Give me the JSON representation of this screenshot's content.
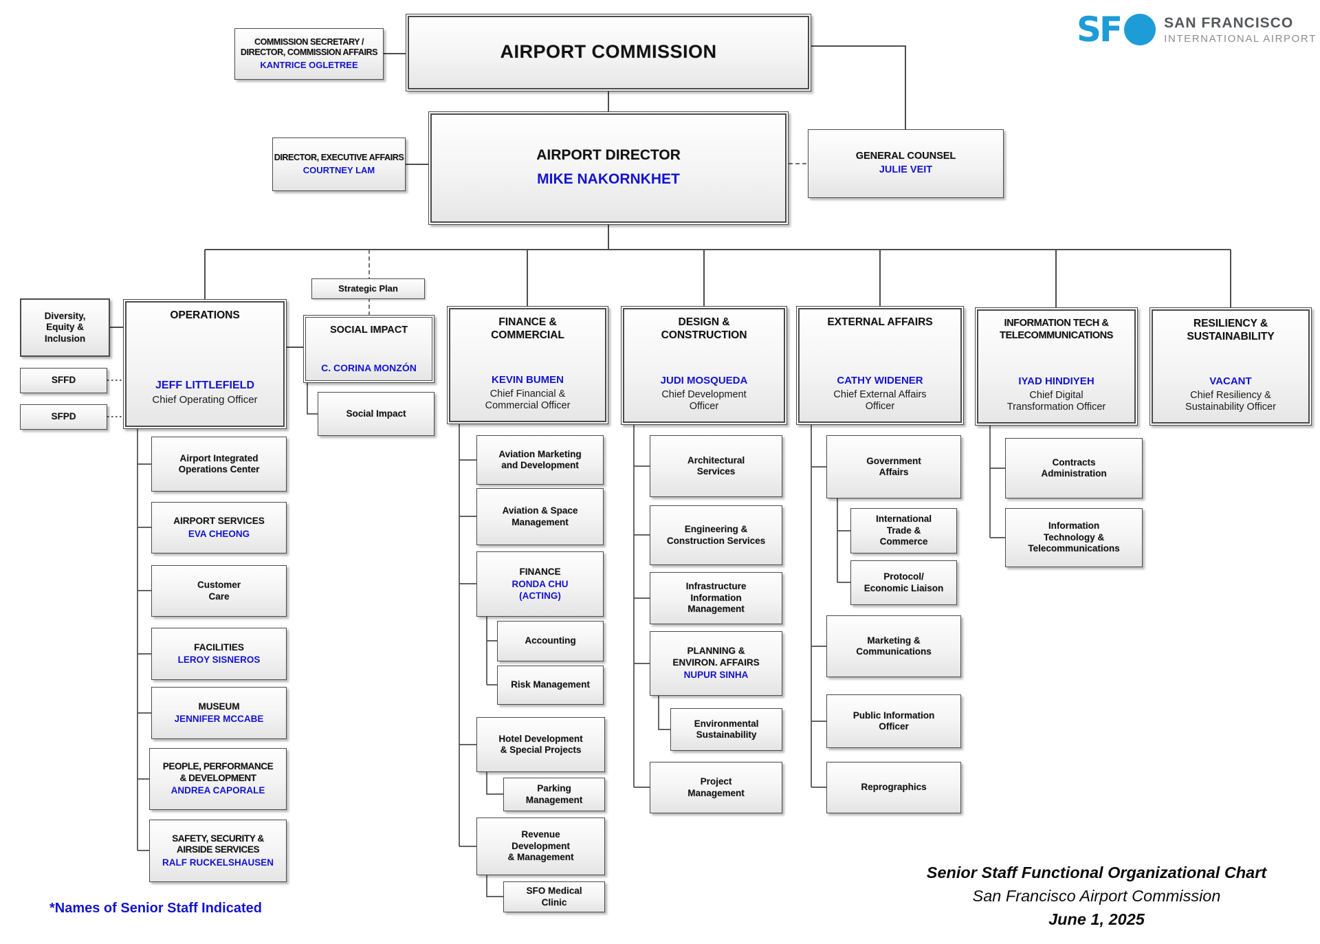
{
  "logo": {
    "mark_sf": "SF",
    "mark_o": "O",
    "name_line1": "SAN FRANCISCO",
    "name_line2": "INTERNATIONAL AIRPORT"
  },
  "colors": {
    "name_blue": "#1313cf",
    "logo_blue": "#1d9cd8"
  },
  "top": {
    "commission_secretary": {
      "title": "COMMISSION SECRETARY /\nDIRECTOR, COMMISSION AFFAIRS",
      "name": "KANTRICE OGLETREE"
    },
    "airport_commission": {
      "title": "AIRPORT COMMISSION"
    },
    "airport_director": {
      "title": "AIRPORT DIRECTOR",
      "name": "MIKE NAKORNKHET"
    },
    "executive_affairs": {
      "title": "DIRECTOR, EXECUTIVE AFFAIRS",
      "name": "COURTNEY LAM"
    },
    "general_counsel": {
      "title": "GENERAL COUNSEL",
      "name": "JULIE VEIT"
    }
  },
  "side": {
    "dei": "Diversity,\nEquity &\nInclusion",
    "sffd": "SFFD",
    "sfpd": "SFPD",
    "strategic_plan": "Strategic Plan"
  },
  "departments": {
    "operations": {
      "title": "OPERATIONS",
      "name": "JEFF LITTLEFIELD",
      "subtitle": "Chief Operating Officer",
      "children": [
        {
          "title": "Airport Integrated\nOperations Center"
        },
        {
          "title": "AIRPORT SERVICES",
          "name": "EVA CHEONG"
        },
        {
          "title": "Customer\nCare"
        },
        {
          "title": "FACILITIES",
          "name": "LEROY SISNEROS"
        },
        {
          "title": "MUSEUM",
          "name": "JENNIFER MCCABE"
        },
        {
          "title": "PEOPLE, PERFORMANCE\n& DEVELOPMENT",
          "name": "ANDREA CAPORALE"
        },
        {
          "title": "SAFETY, SECURITY &\nAIRSIDE SERVICES",
          "name": "RALF RUCKELSHAUSEN"
        }
      ]
    },
    "social_impact": {
      "title": "SOCIAL IMPACT",
      "name": "C. CORINA MONZÓN",
      "children": [
        {
          "title": "Social Impact"
        }
      ]
    },
    "finance": {
      "title": "FINANCE &\nCOMMERCIAL",
      "name": "KEVIN BUMEN",
      "subtitle": "Chief Financial &\nCommercial Officer",
      "children": [
        {
          "title": "Aviation Marketing\nand Development"
        },
        {
          "title": "Aviation & Space\nManagement"
        },
        {
          "title": "FINANCE",
          "name": "RONDA CHU",
          "note": "(ACTING)"
        },
        {
          "title": "Accounting"
        },
        {
          "title": "Risk Management"
        },
        {
          "title": "Hotel Development\n& Special Projects"
        },
        {
          "title": "Parking\nManagement"
        },
        {
          "title": "Revenue\nDevelopment\n& Management"
        },
        {
          "title": "SFO Medical\nClinic"
        }
      ]
    },
    "design": {
      "title": "DESIGN &\nCONSTRUCTION",
      "name": "JUDI MOSQUEDA",
      "subtitle": "Chief Development\nOfficer",
      "children": [
        {
          "title": "Architectural\nServices"
        },
        {
          "title": "Engineering &\nConstruction Services"
        },
        {
          "title": "Infrastructure\nInformation\nManagement"
        },
        {
          "title": "PLANNING &\nENVIRON. AFFAIRS",
          "name": "NUPUR SINHA"
        },
        {
          "title": "Environmental\nSustainability"
        },
        {
          "title": "Project\nManagement"
        }
      ]
    },
    "external": {
      "title": "EXTERNAL AFFAIRS",
      "name": "CATHY WIDENER",
      "subtitle": "Chief External Affairs\nOfficer",
      "children": [
        {
          "title": "Government\nAffairs"
        },
        {
          "title": "International\nTrade &\nCommerce"
        },
        {
          "title": "Protocol/\nEconomic Liaison"
        },
        {
          "title": "Marketing &\nCommunications"
        },
        {
          "title": "Public Information\nOfficer"
        },
        {
          "title": "Reprographics"
        }
      ]
    },
    "infotech": {
      "title": "INFORMATION TECH &\nTELECOMMUNICATIONS",
      "name": "IYAD HINDIYEH",
      "subtitle": "Chief Digital\nTransformation Officer",
      "children": [
        {
          "title": "Contracts\nAdministration"
        },
        {
          "title": "Information\nTechnology &\nTelecommunications"
        }
      ]
    },
    "resiliency": {
      "title": "RESILIENCY &\nSUSTAINABILITY",
      "name": "VACANT",
      "subtitle": "Chief Resiliency &\nSustainability Officer",
      "children": []
    }
  },
  "footer": {
    "footnote": "*Names of Senior Staff Indicated",
    "caption_line1": "Senior Staff Functional Organizational Chart",
    "caption_line2": "San Francisco Airport Commission",
    "caption_line3": "June 1, 2025"
  }
}
